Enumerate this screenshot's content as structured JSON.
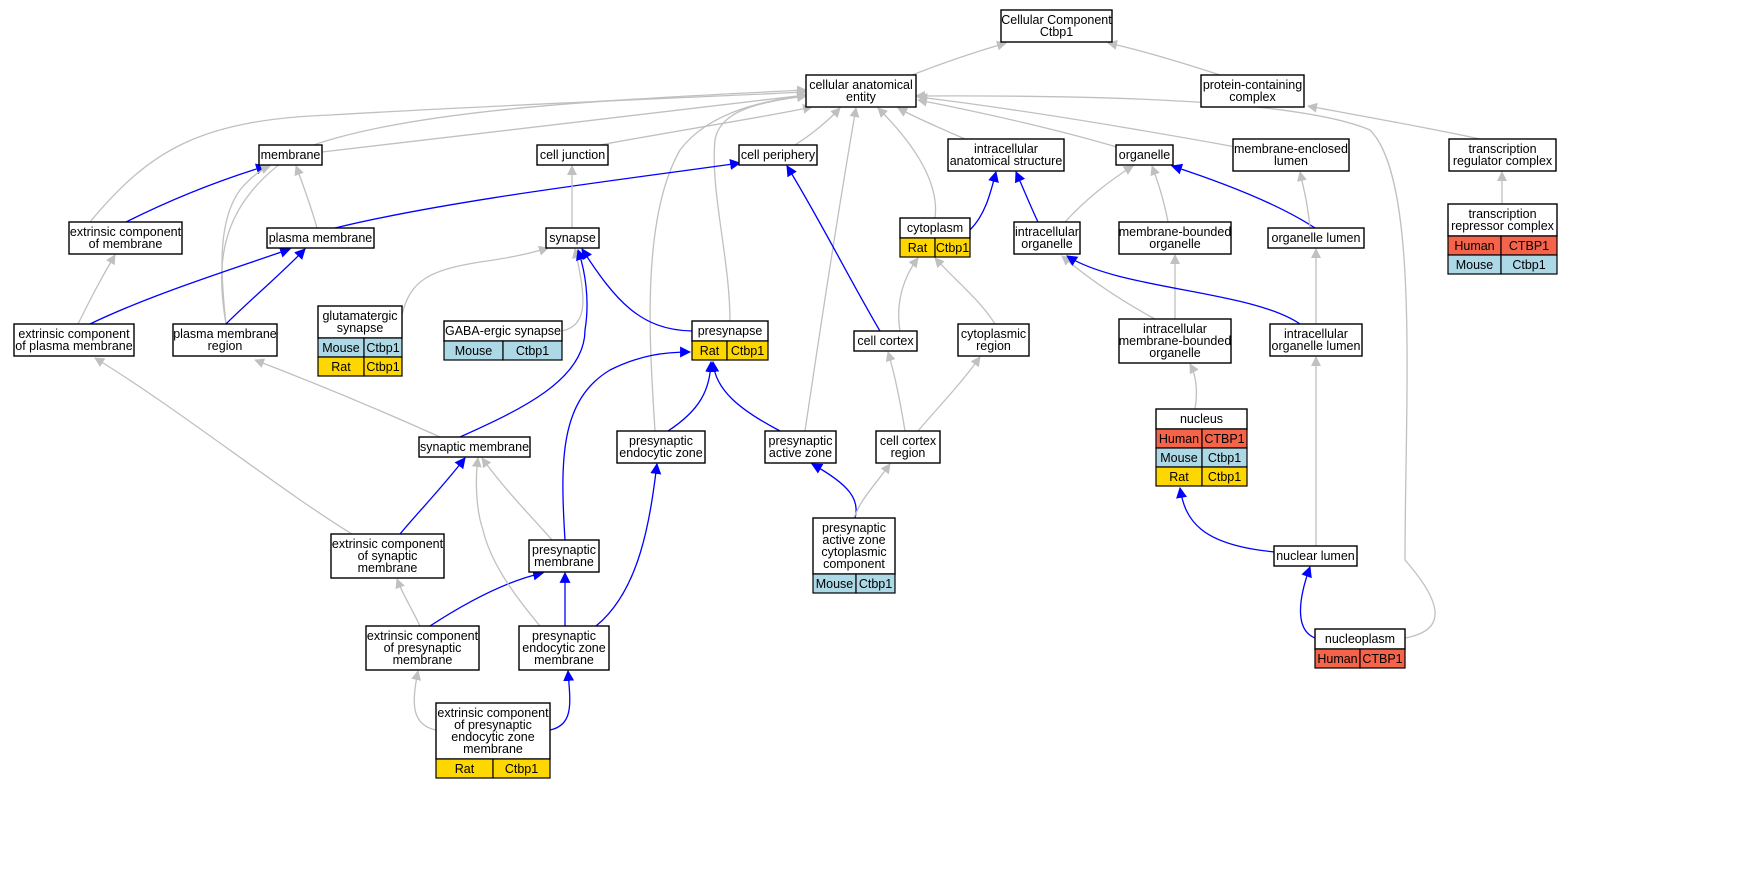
{
  "colors": {
    "gray_edge": "#c0c0c0",
    "blue_edge": "#0000ff",
    "Human": "#f4634a",
    "Mouse": "#add8e6",
    "Rat": "#ffd700"
  },
  "nodes": [
    {
      "id": "cc",
      "lines": [
        "Cellular Component",
        "Ctbp1"
      ]
    },
    {
      "id": "cae",
      "lines": [
        "cellular anatomical",
        "entity"
      ]
    },
    {
      "id": "pcc",
      "lines": [
        "protein-containing",
        "complex"
      ]
    },
    {
      "id": "membrane",
      "lines": [
        "membrane"
      ]
    },
    {
      "id": "celljunction",
      "lines": [
        "cell junction"
      ]
    },
    {
      "id": "cellperiphery",
      "lines": [
        "cell periphery"
      ]
    },
    {
      "id": "ias",
      "lines": [
        "intracellular",
        "anatomical structure"
      ]
    },
    {
      "id": "organelle",
      "lines": [
        "organelle"
      ]
    },
    {
      "id": "mel",
      "lines": [
        "membrane-enclosed",
        "lumen"
      ]
    },
    {
      "id": "trc",
      "lines": [
        "transcription",
        "regulator complex"
      ]
    },
    {
      "id": "ecm",
      "lines": [
        "extrinsic component",
        "of membrane"
      ]
    },
    {
      "id": "pm",
      "lines": [
        "plasma membrane"
      ]
    },
    {
      "id": "synapse",
      "lines": [
        "synapse"
      ]
    },
    {
      "id": "cytoplasm",
      "lines": [
        "cytoplasm"
      ],
      "species": [
        {
          "sp": "Rat",
          "gene": "Ctbp1"
        }
      ]
    },
    {
      "id": "io",
      "lines": [
        "intracellular",
        "organelle"
      ]
    },
    {
      "id": "mbo",
      "lines": [
        "membrane-bounded",
        "organelle"
      ]
    },
    {
      "id": "ol",
      "lines": [
        "organelle lumen"
      ]
    },
    {
      "id": "trrc",
      "lines": [
        "transcription",
        "repressor complex"
      ],
      "species": [
        {
          "sp": "Human",
          "gene": "CTBP1"
        },
        {
          "sp": "Mouse",
          "gene": "Ctbp1"
        }
      ]
    },
    {
      "id": "ecpm",
      "lines": [
        "extrinsic component",
        "of plasma membrane"
      ]
    },
    {
      "id": "pmr",
      "lines": [
        "plasma membrane",
        "region"
      ]
    },
    {
      "id": "glut",
      "lines": [
        "glutamatergic",
        "synapse"
      ],
      "species": [
        {
          "sp": "Mouse",
          "gene": "Ctbp1"
        },
        {
          "sp": "Rat",
          "gene": "Ctbp1"
        }
      ]
    },
    {
      "id": "gaba",
      "lines": [
        "GABA-ergic synapse"
      ],
      "species": [
        {
          "sp": "Mouse",
          "gene": "Ctbp1"
        }
      ]
    },
    {
      "id": "presynapse",
      "lines": [
        "presynapse"
      ],
      "species": [
        {
          "sp": "Rat",
          "gene": "Ctbp1"
        }
      ]
    },
    {
      "id": "cellcortex",
      "lines": [
        "cell cortex"
      ]
    },
    {
      "id": "cytregion",
      "lines": [
        "cytoplasmic",
        "region"
      ]
    },
    {
      "id": "imbo",
      "lines": [
        "intracellular",
        "membrane-bounded",
        "organelle"
      ]
    },
    {
      "id": "iol",
      "lines": [
        "intracellular",
        "organelle lumen"
      ]
    },
    {
      "id": "nucleus",
      "lines": [
        "nucleus"
      ],
      "species": [
        {
          "sp": "Human",
          "gene": "CTBP1"
        },
        {
          "sp": "Mouse",
          "gene": "Ctbp1"
        },
        {
          "sp": "Rat",
          "gene": "Ctbp1"
        }
      ]
    },
    {
      "id": "synmem",
      "lines": [
        "synaptic membrane"
      ]
    },
    {
      "id": "pez",
      "lines": [
        "presynaptic",
        "endocytic zone"
      ]
    },
    {
      "id": "paz",
      "lines": [
        "presynaptic",
        "active zone"
      ]
    },
    {
      "id": "ccr",
      "lines": [
        "cell cortex",
        "region"
      ]
    },
    {
      "id": "ecsm",
      "lines": [
        "extrinsic component",
        "of synaptic",
        "membrane"
      ]
    },
    {
      "id": "psm",
      "lines": [
        "presynaptic",
        "membrane"
      ]
    },
    {
      "id": "pazcc",
      "lines": [
        "presynaptic",
        "active zone",
        "cytoplasmic",
        "component"
      ],
      "species": [
        {
          "sp": "Mouse",
          "gene": "Ctbp1"
        }
      ]
    },
    {
      "id": "nl",
      "lines": [
        "nuclear lumen"
      ]
    },
    {
      "id": "ecpsm",
      "lines": [
        "extrinsic component",
        "of presynaptic",
        "membrane"
      ]
    },
    {
      "id": "pezm",
      "lines": [
        "presynaptic",
        "endocytic zone",
        "membrane"
      ]
    },
    {
      "id": "nucleoplasm",
      "lines": [
        "nucleoplasm"
      ],
      "species": [
        {
          "sp": "Human",
          "gene": "CTBP1"
        }
      ]
    },
    {
      "id": "ecpezm",
      "lines": [
        "extrinsic component",
        "of presynaptic",
        "endocytic zone",
        "membrane"
      ],
      "species": [
        {
          "sp": "Rat",
          "gene": "Ctbp1"
        }
      ]
    }
  ]
}
